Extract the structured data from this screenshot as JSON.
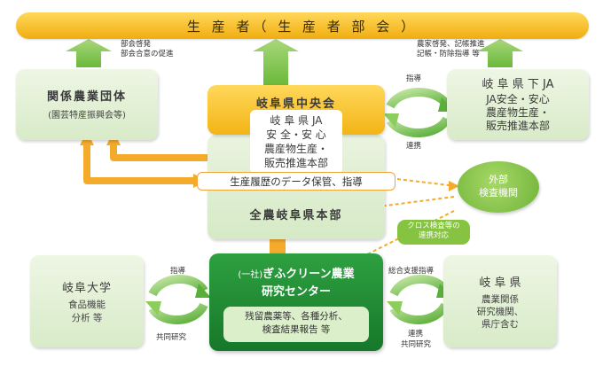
{
  "producer": "生 産 者（ 生 産 者 部 会 ）",
  "left_up_note": [
    "部会啓発",
    "部会合意の促進"
  ],
  "right_up_note": [
    "農家啓発、記帳推進",
    "記帳・防除指導 等"
  ],
  "kankei": {
    "title": "関係農業団体",
    "sub": "(園芸特産振興会等)"
  },
  "chuokai": {
    "title": "岐阜県中央会"
  },
  "ja_gifu": {
    "lines": [
      "岐 阜 県 JA",
      "安 全・安 心",
      "農産物生産・",
      "販売推進本部"
    ]
  },
  "ja_shita": {
    "title": "岐 阜 県 下 JA",
    "lines": [
      "JA安全・安心",
      "農産物生産・",
      "販売推進本部"
    ]
  },
  "data_banner": "生産履歴のデータ保管、指導",
  "zennoh": "全農岐阜県本部",
  "gaibu": [
    "外部",
    "検査機関"
  ],
  "cross_check": [
    "クロス検査等の",
    "連携対応"
  ],
  "center": {
    "org": "(一社)",
    "name1": "ぎふクリーン農業",
    "name2": "研究センター",
    "detail": [
      "残留農薬等、各種分析、",
      "検査結果報告 等"
    ]
  },
  "univ": {
    "title": "岐阜大学",
    "lines": [
      "食品機能",
      "分析 等"
    ]
  },
  "pref": {
    "title": "岐 阜 県",
    "lines": [
      "農業関係",
      "研究機関、",
      "県庁含む"
    ]
  },
  "label_shido_top": "指導",
  "label_renkei_top": "連携",
  "label_shido_left": "指導",
  "label_kyodo_left": "共同研究",
  "label_sogo": "総合支援指導",
  "label_renkei_right": "連携",
  "label_kyodo_right": "共同研究"
}
